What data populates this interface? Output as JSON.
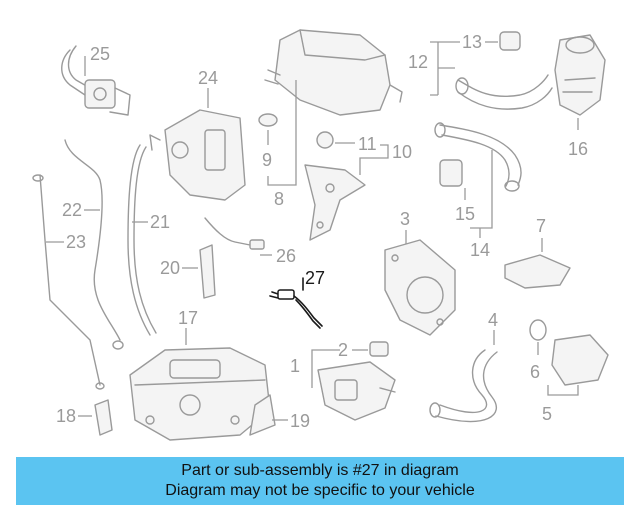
{
  "diagram": {
    "callouts": [
      "1",
      "2",
      "3",
      "4",
      "5",
      "6",
      "7",
      "8",
      "9",
      "10",
      "11",
      "12",
      "13",
      "14",
      "15",
      "16",
      "17",
      "18",
      "19",
      "20",
      "21",
      "22",
      "23",
      "24",
      "25",
      "26"
    ],
    "highlighted_callout": "27"
  },
  "banner": {
    "line1": "Part or sub-assembly is #27 in diagram",
    "line2": "Diagram may not be specific to your vehicle"
  },
  "colors": {
    "banner": "#5bc4f1",
    "line_art": "#9a9a9a",
    "highlight": "#1a1a1a"
  }
}
